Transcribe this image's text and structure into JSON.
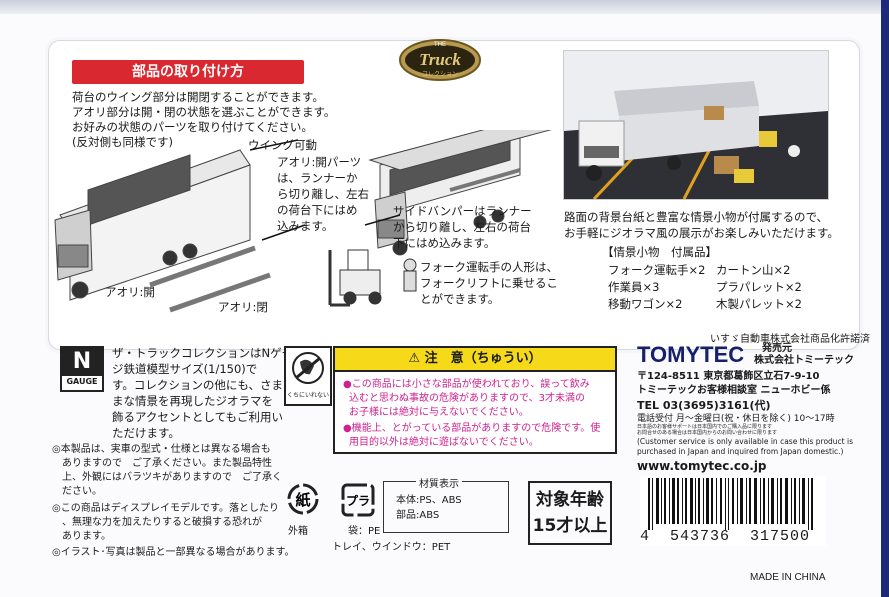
{
  "section_title": "部品の取り付け方",
  "logo": {
    "top": "THE",
    "main": "Truck",
    "sub": "コレクション"
  },
  "instructions": [
    "荷台のウイング部分は開閉することができます。",
    "アオリ部分は開・閉の状態を選ぶことができます。",
    "お好みの状態のパーツを取り付けてください。",
    "(反対側も同様です)"
  ],
  "callouts": {
    "wing": "ウイング可動",
    "aori_parts": [
      "アオリ:開パーツ",
      "は、ランナーか",
      "ら切り離し、左右",
      "の荷台下にはめ",
      "込みます。"
    ],
    "aori_open": "アオリ:開",
    "aori_closed": "アオリ:閉",
    "side_bumper": [
      "サイドバンパーはランナー",
      "から切り離し、左右の荷台",
      "下にはめ込みます。"
    ],
    "fork_driver": [
      "フォーク運転手の人形は、",
      "フォークリフトに乗せるこ",
      "とができます。"
    ]
  },
  "diorama": [
    "路面の背景台紙と豊富な情景小物が付属するので、",
    "お手軽にジオラマ風の展示がお楽しみいただけます。"
  ],
  "accessories_title": "【情景小物　付属品】",
  "accessories": [
    [
      "フォーク運転手×2",
      "カートン山×2"
    ],
    [
      "作業員×3",
      "プラパレット×2"
    ],
    [
      "移動ワゴン×2",
      "木製パレット×2"
    ]
  ],
  "license": "いすゞ自動車株式会社商品化許諾済",
  "n_gauge": {
    "letter": "N",
    "label": "GAUGE"
  },
  "n_text": [
    "ザ・トラックコレクションはNゲー",
    "ジ鉄道模型サイズ(1/150)で",
    "す。コレクションの他にも、さまざ",
    "まな情景を再現したジオラマを",
    "飾るアクセントとしてもご利用い",
    "ただけます。"
  ],
  "notes": [
    [
      "本製品は、実車の型式・仕様とは異なる場合も",
      "ありますので　ご了承ください。また製品特性",
      "上、外観にはバラツキがありますので　ご了承く",
      "ださい。"
    ],
    [
      "この商品はディスプレイモデルです。落としたり",
      "、無理な力を加えたりすると破損する恐れが",
      "あります。"
    ],
    [
      "イラスト･写真は製品と一部異なる場合があります。"
    ]
  ],
  "warning": {
    "icon_label": "くちにいれない",
    "title": "注　意（ちゅうい）",
    "items": [
      [
        "この商品には小さな部品が使われており、誤って飲み",
        "込むと思わぬ事故の危険がありますので、3才未満の",
        "お子様には絶対に与えないでください。"
      ],
      [
        "機能上、とがっている部品がありますので危険です。使",
        "用目的以外は絶対に遊ばないでください。"
      ]
    ]
  },
  "company": {
    "brand": "TOMYTEC",
    "seller_label": "発売元",
    "seller": "株式会社トミーテック",
    "address": "〒124-8511 東京都葛飾区立石7-9-10",
    "support": "トミーテックお客様相談室 ニューホビー係",
    "tel": "TEL 03(3695)3161(代)",
    "hours": "電話受付 月～金曜日(祝・休日を除く) 10～17時",
    "hours_note1": "日本語のお客様サポートは日本国内でのご購入品に限ります",
    "hours_note2": "お問合せのある場合は日本国内からのお問い合わせに限ります",
    "en_note": [
      "(Customer service is only available in case this product is",
      "purchased in Japan and inquired from Japan domestic.)"
    ],
    "url": "www.tomytec.co.jp"
  },
  "recycle": {
    "paper_glyph": "紙",
    "paper_label": "外箱",
    "plastic_glyph": "プラ",
    "plastic_label1": "袋：PE",
    "plastic_label2": "トレイ、ウインドウ：PET"
  },
  "materials": {
    "title": "材質表示",
    "body": "本体:PS、ABS",
    "parts": "部品:ABS"
  },
  "age": {
    "line1": "対象年齢",
    "line2": "15才以上"
  },
  "barcode_number": "4  543736  317500",
  "made_in": "MADE IN CHINA"
}
